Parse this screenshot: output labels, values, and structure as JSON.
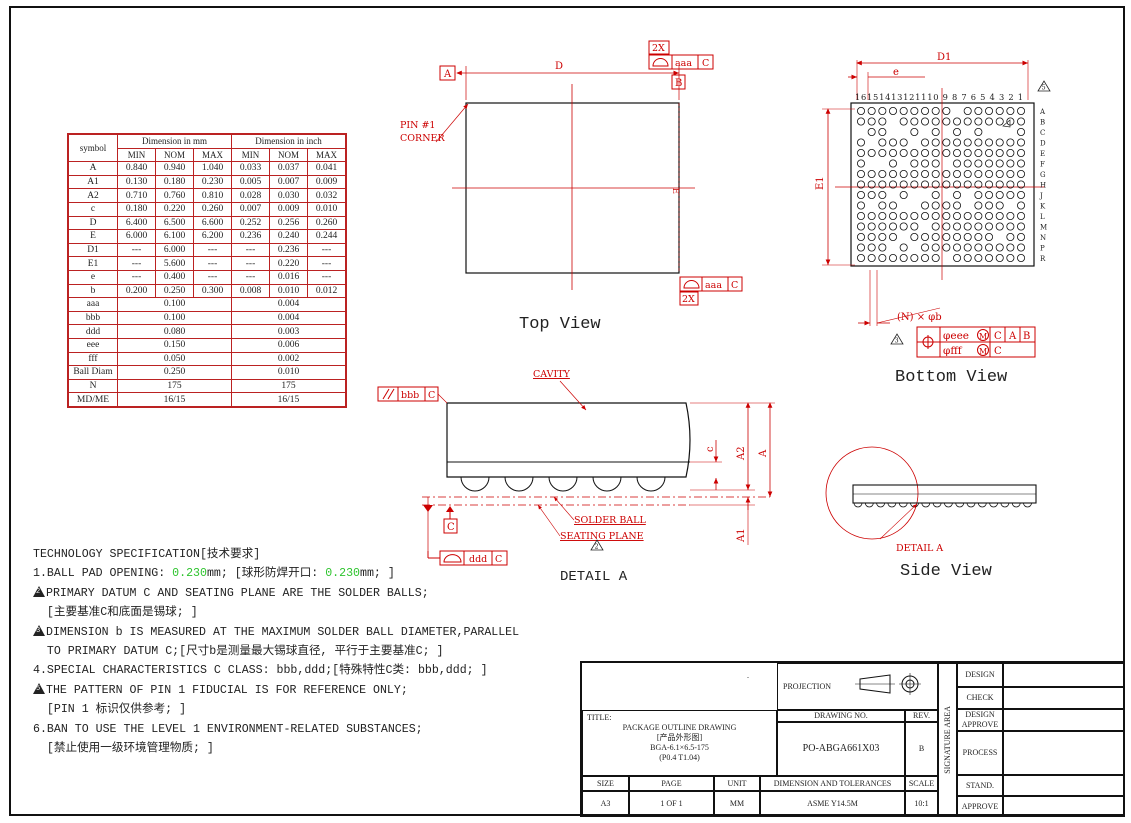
{
  "table": {
    "header_symbol": "symbol",
    "header_mm": "Dimension in mm",
    "header_inch": "Dimension in inch",
    "sub": [
      "MIN",
      "NOM",
      "MAX",
      "MIN",
      "NOM",
      "MAX"
    ],
    "rows": [
      [
        "A",
        "0.840",
        "0.940",
        "1.040",
        "0.033",
        "0.037",
        "0.041"
      ],
      [
        "A1",
        "0.130",
        "0.180",
        "0.230",
        "0.005",
        "0.007",
        "0.009"
      ],
      [
        "A2",
        "0.710",
        "0.760",
        "0.810",
        "0.028",
        "0.030",
        "0.032"
      ],
      [
        "c",
        "0.180",
        "0.220",
        "0.260",
        "0.007",
        "0.009",
        "0.010"
      ],
      [
        "D",
        "6.400",
        "6.500",
        "6.600",
        "0.252",
        "0.256",
        "0.260"
      ],
      [
        "E",
        "6.000",
        "6.100",
        "6.200",
        "0.236",
        "0.240",
        "0.244"
      ],
      [
        "D1",
        "---",
        "6.000",
        "---",
        "---",
        "0.236",
        "---"
      ],
      [
        "E1",
        "---",
        "5.600",
        "---",
        "---",
        "0.220",
        "---"
      ],
      [
        "e",
        "---",
        "0.400",
        "---",
        "---",
        "0.016",
        "---"
      ],
      [
        "b",
        "0.200",
        "0.250",
        "0.300",
        "0.008",
        "0.010",
        "0.012"
      ]
    ],
    "rows2": [
      [
        "aaa",
        "0.100",
        "0.004"
      ],
      [
        "bbb",
        "0.100",
        "0.004"
      ],
      [
        "ddd",
        "0.080",
        "0.003"
      ],
      [
        "eee",
        "0.150",
        "0.006"
      ],
      [
        "fff",
        "0.050",
        "0.002"
      ],
      [
        "Ball Diam",
        "0.250",
        "0.010"
      ],
      [
        "N",
        "175",
        "175"
      ],
      [
        "MD/ME",
        "16/15",
        "16/15"
      ]
    ]
  },
  "spec": {
    "heading": "TECHNOLOGY SPECIFICATION[技术要求]",
    "l1a": "1.BALL PAD OPENING: ",
    "l1b": "0.230",
    "l1c": "mm; [球形防焊开口: ",
    "l1d": "0.230",
    "l1e": "mm; ]",
    "l2": "PRIMARY DATUM C AND SEATING PLANE ARE THE SOLDER BALLS;",
    "l3": "[主要基准C和底面是锡球; ]",
    "l4": "DIMENSION b IS MEASURED AT THE MAXIMUM SOLDER BALL DIAMETER,PARALLEL",
    "l5": "TO PRIMARY DATUM C;[尺寸b是测量最大锡球直径, 平行于主要基准C; ]",
    "l6": "4.SPECIAL CHARACTERISTICS C CLASS: bbb,ddd;[特殊特性C类: bbb,ddd; ]",
    "l7": "THE PATTERN OF PIN 1 FIDUCIAL IS FOR REFERENCE ONLY;",
    "l8": "[PIN 1 标识仅供参考; ]",
    "l9": "6.BAN TO USE THE LEVEL 1 ENVIRONMENT-RELATED SUBSTANCES;",
    "l10": "[禁止使用一级环境管理物质; ]",
    "tri2": "2",
    "tri3": "3",
    "tri5": "5"
  },
  "views": {
    "top": "Top View",
    "bottom": "Bottom View",
    "side": "Side View",
    "detail": "DETAIL A"
  },
  "labels": {
    "D": "D",
    "E": "E",
    "D1": "D1",
    "E1": "E1",
    "e": "e",
    "A": "A",
    "B": "B",
    "C": "C",
    "x2": "2X",
    "aaa": "aaa",
    "pin1_a": "PIN #1",
    "pin1_b": "CORNER",
    "bbb": "bbb",
    "ddd": "ddd",
    "cavity": "CAVITY",
    "solder_ball": "SOLDER BALL",
    "seating_plane": "SEATING PLANE",
    "c": "c",
    "A1": "A1",
    "A2": "A2",
    "nb": "(N) × φb",
    "eee": "φeee",
    "fff": "φfff",
    "M": "M",
    "detail_a": "DETAIL A",
    "col_nums": "16151413121110 9 8 7 6 5 4 3 2 1",
    "rows": [
      "A",
      "B",
      "C",
      "D",
      "E",
      "F",
      "G",
      "H",
      "J",
      "K",
      "L",
      "M",
      "N",
      "P",
      "R"
    ],
    "tri5": "5",
    "tri3": "3",
    "tri2": "2"
  },
  "titleblock": {
    "dot": ".",
    "projection": "PROJECTION",
    "title_label": "TITLE:",
    "title1": "PACKAGE OUTLINE DRAWING",
    "title2": "[产品外形图]",
    "title3": "BGA-6.1×6.5-175",
    "title4": "(P0.4  T1.04)",
    "drawing_no_label": "DRAWING NO.",
    "drawing_no": "PO-ABGA661X03",
    "rev_label": "REV.",
    "rev": "B",
    "sig_area": "SIGNATURE AREA",
    "design": "DESIGN",
    "check": "CHECK",
    "design_approve": "DESIGN APPROVE",
    "process": "PROCESS",
    "stand": "STAND.",
    "approve": "APPROVE",
    "size_label": "SIZE",
    "size": "A3",
    "page_label": "PAGE",
    "page": "1  OF  1",
    "unit_label": "UNIT",
    "unit": "MM",
    "dt_label": "DIMENSION AND TOLERANCES",
    "dt": "ASME Y14.5M",
    "scale_label": "SCALE",
    "scale": "10:1"
  }
}
